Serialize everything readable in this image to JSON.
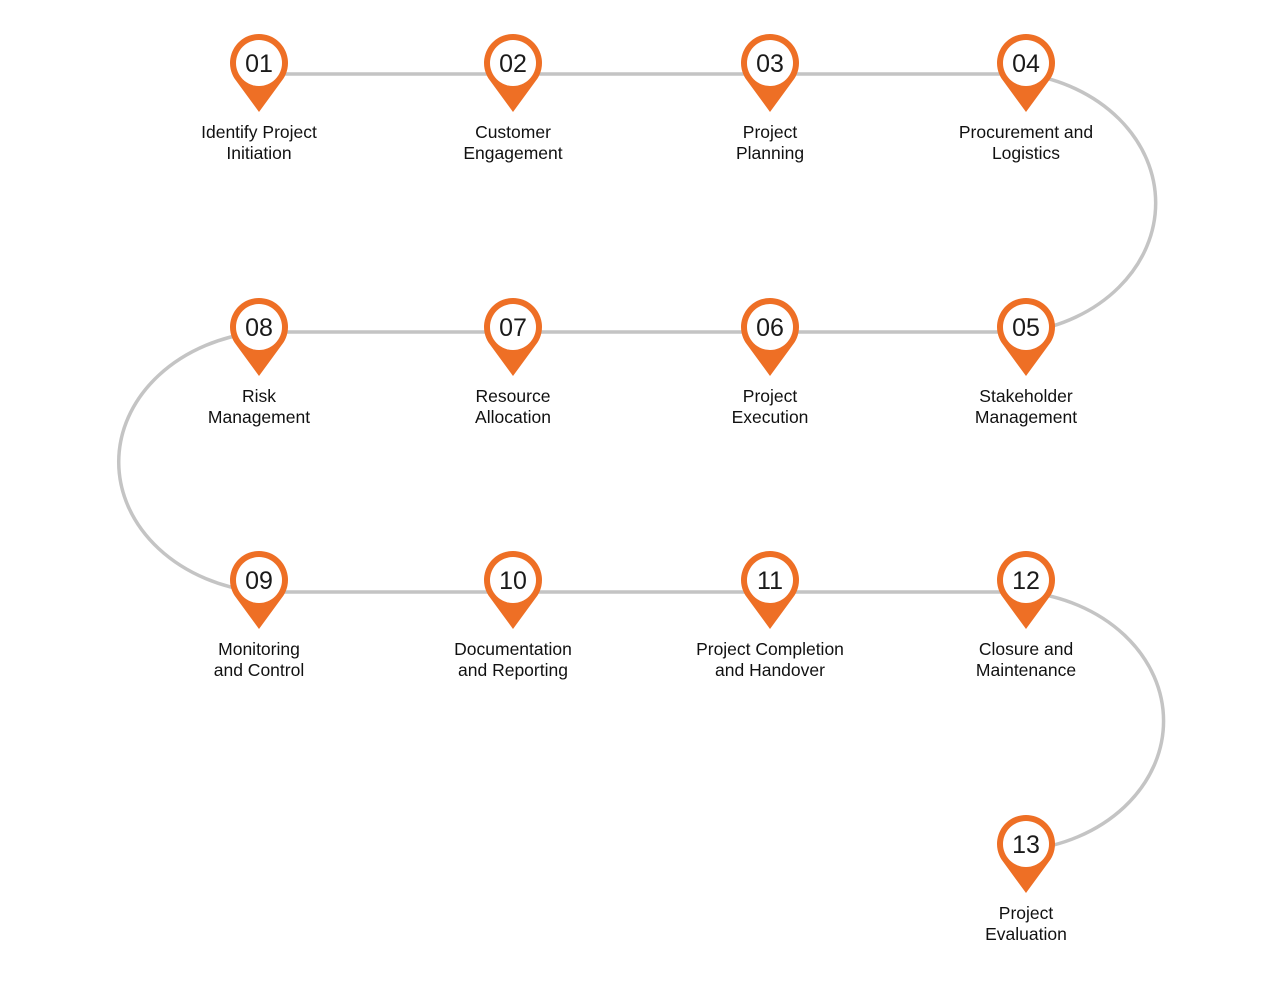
{
  "colors": {
    "pin": "#ee6f25",
    "connector": "#c4c4c4",
    "text": "#111111",
    "pin_inner": "#ffffff"
  },
  "steps": [
    {
      "number": "01",
      "label_lines": [
        "Identify Project",
        "Initiation"
      ]
    },
    {
      "number": "02",
      "label_lines": [
        "Customer",
        "Engagement"
      ]
    },
    {
      "number": "03",
      "label_lines": [
        "Project",
        "Planning"
      ]
    },
    {
      "number": "04",
      "label_lines": [
        "Procurement and",
        "Logistics"
      ]
    },
    {
      "number": "05",
      "label_lines": [
        "Stakeholder",
        "Management"
      ]
    },
    {
      "number": "06",
      "label_lines": [
        "Project",
        "Execution"
      ]
    },
    {
      "number": "07",
      "label_lines": [
        "Resource",
        "Allocation"
      ]
    },
    {
      "number": "08",
      "label_lines": [
        "Risk",
        "Management"
      ]
    },
    {
      "number": "09",
      "label_lines": [
        "Monitoring",
        "and Control"
      ]
    },
    {
      "number": "10",
      "label_lines": [
        "Documentation",
        "and Reporting"
      ]
    },
    {
      "number": "11",
      "label_lines": [
        "Project Completion",
        "and Handover"
      ]
    },
    {
      "number": "12",
      "label_lines": [
        "Closure and",
        "Maintenance"
      ]
    },
    {
      "number": "13",
      "label_lines": [
        "Project",
        "Evaluation"
      ]
    }
  ]
}
